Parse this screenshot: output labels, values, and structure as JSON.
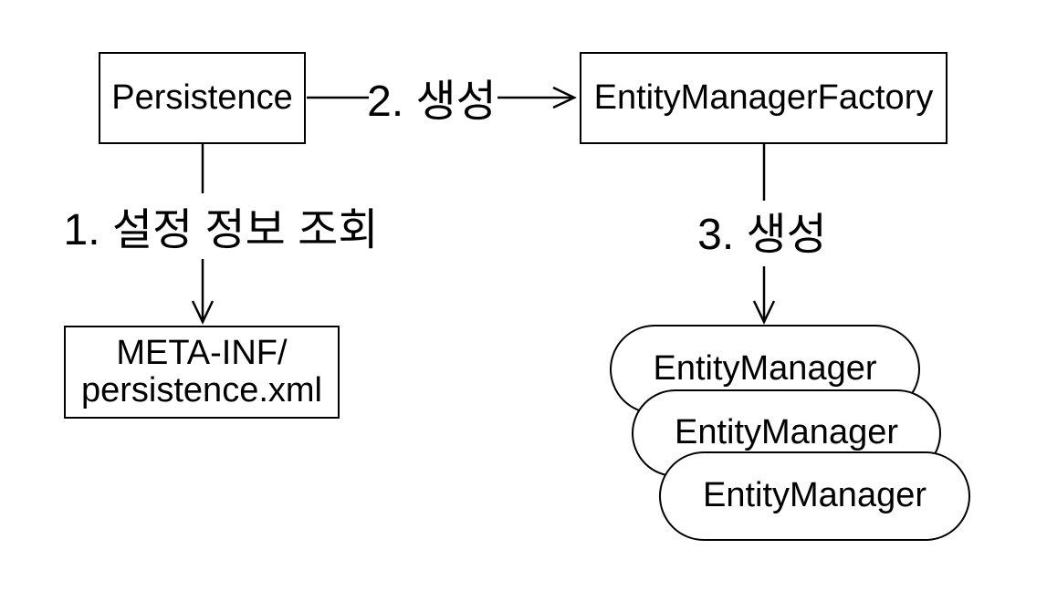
{
  "diagram": {
    "background_color": "#ffffff",
    "stroke_color": "#000000",
    "nodes": {
      "persistence": {
        "label": "Persistence",
        "shape": "rectangle"
      },
      "entity_manager_factory": {
        "label": "EntityManagerFactory",
        "shape": "rectangle"
      },
      "meta_inf": {
        "line1": "META-INF/",
        "line2": "persistence.xml",
        "shape": "rectangle"
      },
      "entity_managers": [
        {
          "label": "EntityManager",
          "shape": "stadium"
        },
        {
          "label": "EntityManager",
          "shape": "stadium"
        },
        {
          "label": "EntityManager",
          "shape": "stadium"
        }
      ]
    },
    "edges": {
      "read_config": {
        "label": "1. 설정 정보 조회",
        "from": "persistence",
        "to": "meta_inf",
        "direction": "down"
      },
      "create_factory": {
        "label": "2. 생성",
        "from": "persistence",
        "to": "entity_manager_factory",
        "direction": "right"
      },
      "create_entity_manager": {
        "label": "3. 생성",
        "from": "entity_manager_factory",
        "to": "entity_managers",
        "direction": "down"
      }
    }
  }
}
